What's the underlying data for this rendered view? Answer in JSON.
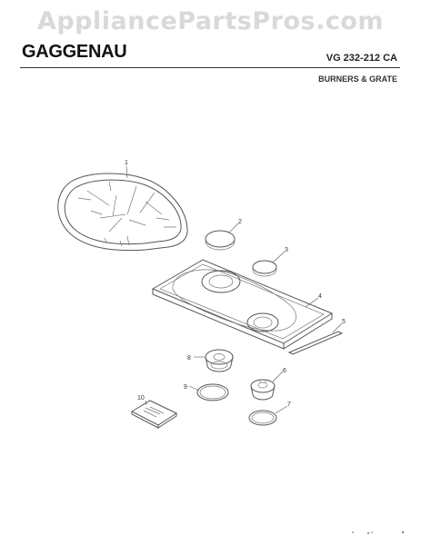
{
  "watermark": "AppliancePartsPros.com",
  "header": {
    "brand": "GAGGENAU",
    "model": "VG 232-212 CA",
    "section": "BURNERS & GRATE"
  },
  "parts": [
    {
      "number": "1",
      "name": "grate"
    },
    {
      "number": "2",
      "name": "large-burner-cap"
    },
    {
      "number": "3",
      "name": "small-burner-cap"
    },
    {
      "number": "4",
      "name": "cooktop-panel"
    },
    {
      "number": "5",
      "name": "panel-trim-strip"
    },
    {
      "number": "6",
      "name": "small-burner-head"
    },
    {
      "number": "7",
      "name": "small-burner-seal-ring"
    },
    {
      "number": "8",
      "name": "large-burner-head"
    },
    {
      "number": "9",
      "name": "large-burner-seal-ring"
    },
    {
      "number": "10",
      "name": "instruction-booklet"
    }
  ]
}
